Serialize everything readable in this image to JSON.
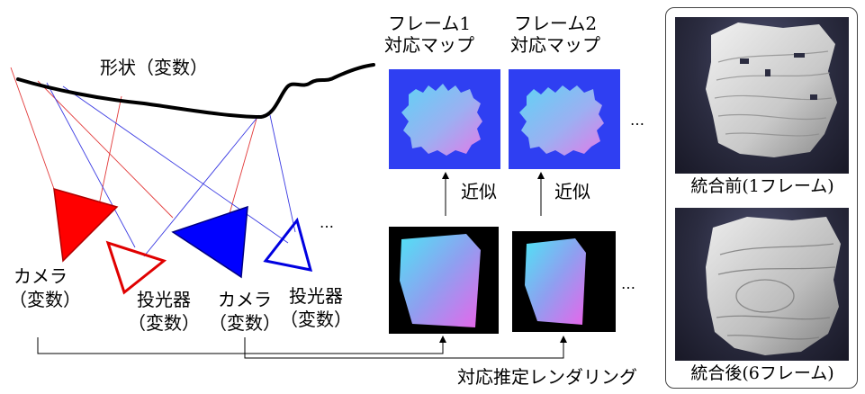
{
  "shape_label": "形状（変数）",
  "devices": {
    "camera1": [
      "カメラ",
      "（変数）"
    ],
    "projector1": [
      "投光器",
      "（変数）"
    ],
    "camera2": [
      "カメラ",
      "（変数）"
    ],
    "projector2": [
      "投光器",
      "（変数）"
    ],
    "ellipsis": "…"
  },
  "frames": [
    {
      "title_line1": "フレーム1",
      "title_line2": "対応マップ"
    },
    {
      "title_line1": "フレーム2",
      "title_line2": "対応マップ"
    }
  ],
  "frames_ellipsis": "…",
  "approx_label": "近似",
  "render_ellipsis": "…",
  "rendering_label": "対応推定レンダリング",
  "results": {
    "before": "統合前(1フレーム)",
    "after": "統合後(6フレーム)"
  },
  "colors": {
    "camera": "#ff0000",
    "projector": "#0000ff",
    "map_background": "#2f3ff2",
    "render_background": "#000000"
  }
}
